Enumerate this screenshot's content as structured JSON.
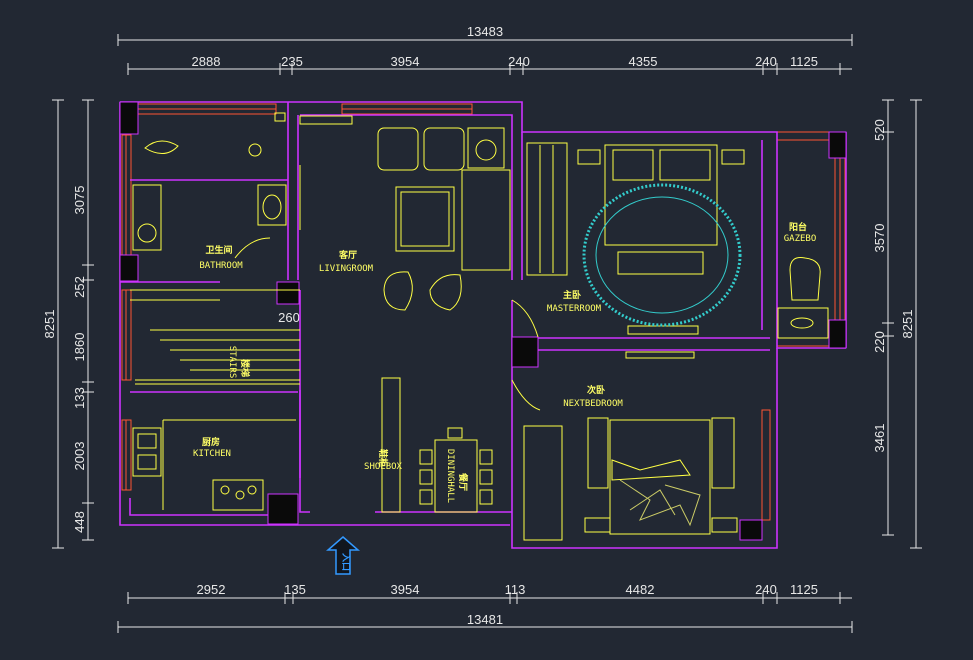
{
  "overall": {
    "top": "13483",
    "bottom": "13481",
    "left": "8251",
    "right": "8251"
  },
  "top_dims": [
    "2888",
    "235",
    "3954",
    "240",
    "4355",
    "240",
    "1125"
  ],
  "bottom_dims": [
    "2952",
    "135",
    "3954",
    "113",
    "4482",
    "240",
    "1125"
  ],
  "left_dims": [
    "3075",
    "252",
    "1860",
    "133",
    "2003",
    "448"
  ],
  "right_dims": [
    "520",
    "3570",
    "220",
    "3461"
  ],
  "small_dim": "260",
  "rooms": {
    "bathroom": {
      "cn": "卫生间",
      "en": "BATHROOM"
    },
    "livingroom": {
      "cn": "客厅",
      "en": "LIVINGROOM"
    },
    "masterroom": {
      "cn": "主卧",
      "en": "MASTERROOM"
    },
    "gazebo": {
      "cn": "阳台",
      "en": "GAZEBO"
    },
    "stairs": {
      "cn": "楼梯",
      "en": "STAIRS"
    },
    "kitchen": {
      "cn": "厨房",
      "en": "KITCHEN"
    },
    "shoebox": {
      "cn": "鞋柜",
      "en": "SHOEBOX"
    },
    "dininghall": {
      "cn": "餐厅",
      "en": "DININGHALL"
    },
    "nextbedroom": {
      "cn": "次卧",
      "en": "NEXTBEDROOM"
    }
  },
  "entry_mark": "入口",
  "colors": {
    "background": "#222833",
    "wall": "#cc33ff",
    "furniture": "#ffff44",
    "dim": "#e8e8e8",
    "window": "#ff5533",
    "rug": "#33cccc",
    "arrow": "#3399ff"
  }
}
